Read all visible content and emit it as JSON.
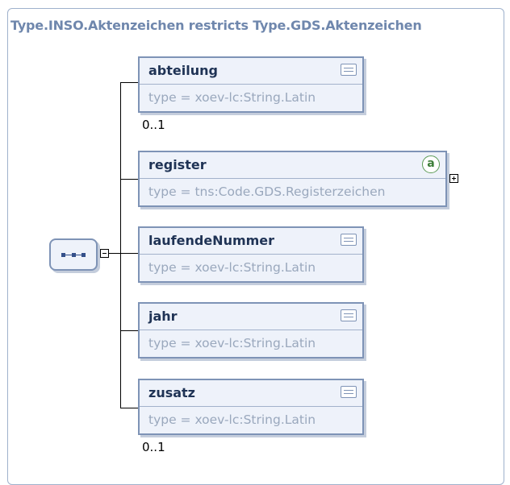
{
  "title": "Type.INSO.Aktenzeichen restricts Type.GDS.Aktenzeichen",
  "sequence": {
    "kind": "sequence"
  },
  "elements": [
    {
      "name": "abteilung",
      "type": "type = xoev-lc:String.Latin",
      "cardinality": "0..1",
      "icon": "documentation-icon"
    },
    {
      "name": "register",
      "type": "type = tns:Code.GDS.Registerzeichen",
      "cardinality": "",
      "icon": "attribute-icon",
      "icon_glyph": "a",
      "expandable": true
    },
    {
      "name": "laufendeNummer",
      "type": "type = xoev-lc:String.Latin",
      "cardinality": "",
      "icon": "documentation-icon"
    },
    {
      "name": "jahr",
      "type": "type = xoev-lc:String.Latin",
      "cardinality": "",
      "icon": "documentation-icon"
    },
    {
      "name": "zusatz",
      "type": "type = xoev-lc:String.Latin",
      "cardinality": "0..1",
      "icon": "documentation-icon"
    }
  ]
}
